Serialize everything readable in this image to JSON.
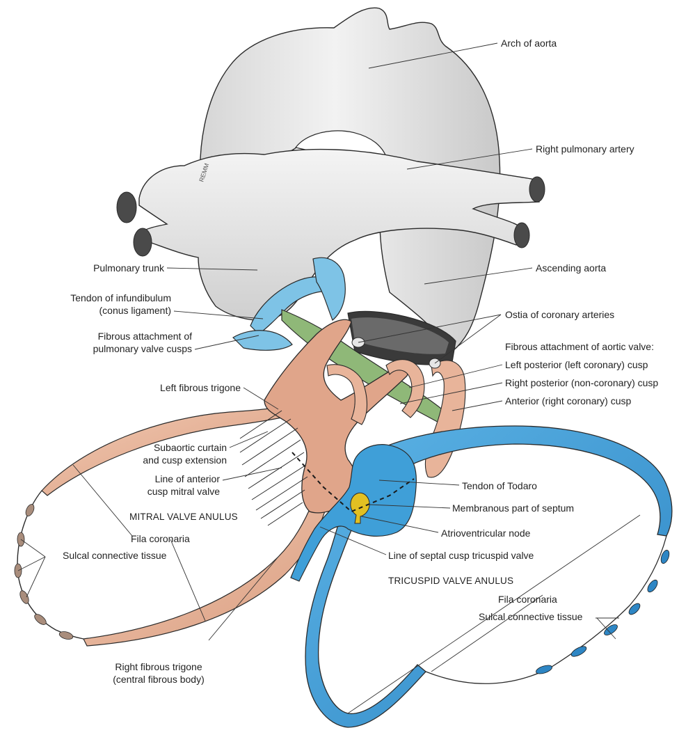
{
  "labels": {
    "arch_of_aorta": "Arch of aorta",
    "right_pulmonary_artery": "Right pulmonary artery",
    "pulmonary_trunk": "Pulmonary trunk",
    "ascending_aorta": "Ascending aorta",
    "tendon_infundibulum_1": "Tendon of infundibulum",
    "tendon_infundibulum_2": "(conus ligament)",
    "ostia_coronary": "Ostia of coronary arteries",
    "fibrous_pulm_1": "Fibrous attachment of",
    "fibrous_pulm_2": "pulmonary valve cusps",
    "fibrous_aortic_title": "Fibrous attachment of aortic valve:",
    "left_posterior_cusp": "Left posterior (left coronary) cusp",
    "right_posterior_cusp": "Right posterior (non-coronary) cusp",
    "anterior_cusp": "Anterior (right coronary) cusp",
    "left_fibrous_trigone": "Left fibrous trigone",
    "subaortic_1": "Subaortic curtain",
    "subaortic_2": "and cusp extension",
    "line_anterior_1": "Line of anterior",
    "line_anterior_2": "cusp mitral valve",
    "tendon_todaro": "Tendon of Todaro",
    "membranous_septum": "Membranous part of septum",
    "av_node": "Atrioventricular node",
    "mitral_anulus": "MITRAL VALVE ANULUS",
    "fila_coronaria_left": "Fila coronaria",
    "sulcal_left": "Sulcal connective tissue",
    "line_septal_cusp": "Line of septal cusp tricuspid valve",
    "tricuspid_anulus": "TRICUSPID VALVE ANULUS",
    "fila_coronaria_right": "Fila coronaria",
    "sulcal_right": "Sulcal connective tissue",
    "right_trigone_1": "Right fibrous trigone",
    "right_trigone_2": "(central fibrous body)",
    "signature": "REMM"
  },
  "colors": {
    "vessel": "#ececec",
    "vessel_shade": "#bdbdbd",
    "outline": "#2a2a2a",
    "mitral": "#e8b49a",
    "trigone": "#e0a58a",
    "tricuspid": "#3f9fd8",
    "pulmonary_cusp": "#7ec3e6",
    "conus": "#8fb878",
    "av_node": "#e2c022",
    "sulcal_nodule": "#a98d7c",
    "background": "#ffffff"
  }
}
